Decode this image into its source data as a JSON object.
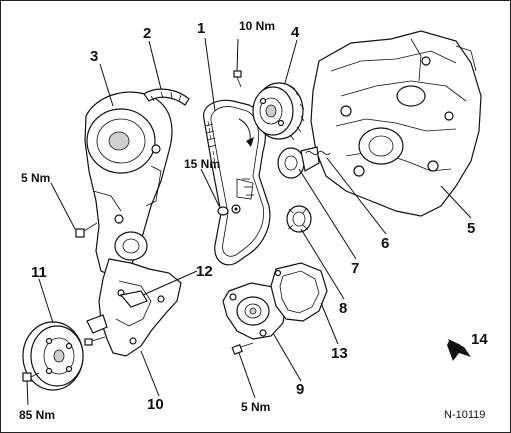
{
  "callouts": [
    {
      "id": "1",
      "text": "1"
    },
    {
      "id": "2",
      "text": "2"
    },
    {
      "id": "3",
      "text": "3"
    },
    {
      "id": "4",
      "text": "4"
    },
    {
      "id": "5",
      "text": "5"
    },
    {
      "id": "6",
      "text": "6"
    },
    {
      "id": "7",
      "text": "7"
    },
    {
      "id": "8",
      "text": "8"
    },
    {
      "id": "9",
      "text": "9"
    },
    {
      "id": "10",
      "text": "10"
    },
    {
      "id": "11",
      "text": "11"
    },
    {
      "id": "12",
      "text": "12"
    },
    {
      "id": "13",
      "text": "13"
    },
    {
      "id": "14",
      "text": "14"
    }
  ],
  "torques": [
    {
      "id": "t_sprocket",
      "text": "10 Nm"
    },
    {
      "id": "t_tensioner",
      "text": "15 Nm"
    },
    {
      "id": "t_cover",
      "text": "5 Nm"
    },
    {
      "id": "t_pump",
      "text": "5 Nm"
    },
    {
      "id": "t_pulley",
      "text": "85 Nm"
    }
  ],
  "figure_ref": "N-10119"
}
